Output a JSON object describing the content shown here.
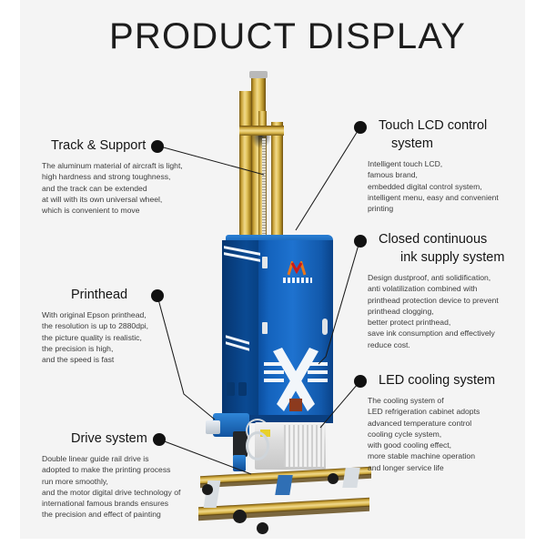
{
  "page": {
    "title": "PRODUCT DISPLAY",
    "background_color": "#f4f4f4",
    "accent_color": "#1463bd",
    "frame_color": "#ffffff"
  },
  "callouts": [
    {
      "id": "track",
      "side": "left",
      "heading": "Track & Support",
      "lines": [
        "The aluminum material of aircraft is light,",
        "high hardness and strong toughness,",
        "and the track can be extended",
        "at will with its own universal wheel,",
        "which is convenient to move"
      ]
    },
    {
      "id": "printhead",
      "side": "left",
      "heading": "Printhead",
      "lines": [
        "With original Epson printhead,",
        "the resolution is up to 2880dpi,",
        " the picture quality is realistic,",
        "the precision is high,",
        "and the speed is fast"
      ]
    },
    {
      "id": "drive",
      "side": "left",
      "heading": "Drive system",
      "lines": [
        "Double linear guide rail drive is",
        "adopted to make the printing process",
        "run more smoothly,",
        "and the motor digital drive technology of",
        "international famous brands ensures",
        "the precision and effect of painting"
      ]
    },
    {
      "id": "lcd",
      "side": "right",
      "heading_line1": "Touch LCD control",
      "heading_line2": "system",
      "lines": [
        "Intelligent touch LCD,",
        "famous brand,",
        "embedded digital control system,",
        " intelligent menu, easy and convenient",
        "printing"
      ]
    },
    {
      "id": "ink",
      "side": "right",
      "heading_line1": "Closed continuous",
      "heading_line2": "ink supply system",
      "lines": [
        "Design dustproof, anti solidification,",
        " anti volatilization combined with",
        "printhead  protection device to prevent",
        "printhead clogging,",
        "better protect printhead,",
        "save ink consumption and effectively",
        "reduce cost."
      ]
    },
    {
      "id": "led",
      "side": "right",
      "heading": "LED cooling system",
      "lines": [
        "The cooling system of",
        "LED refrigeration cabinet adopts",
        " advanced temperature control",
        "cooling cycle system,",
        " with good cooling effect,",
        "more stable machine operation",
        "and longer service life"
      ]
    }
  ],
  "machine": {
    "name": "wall-printing-machine",
    "tower_color": "#d8b54a",
    "cabinet_color": "#1463bd",
    "cooling_unit_color": "#dcdcdc",
    "rail_color": "#c9a236",
    "wheel_color": "#1a1a1a"
  }
}
